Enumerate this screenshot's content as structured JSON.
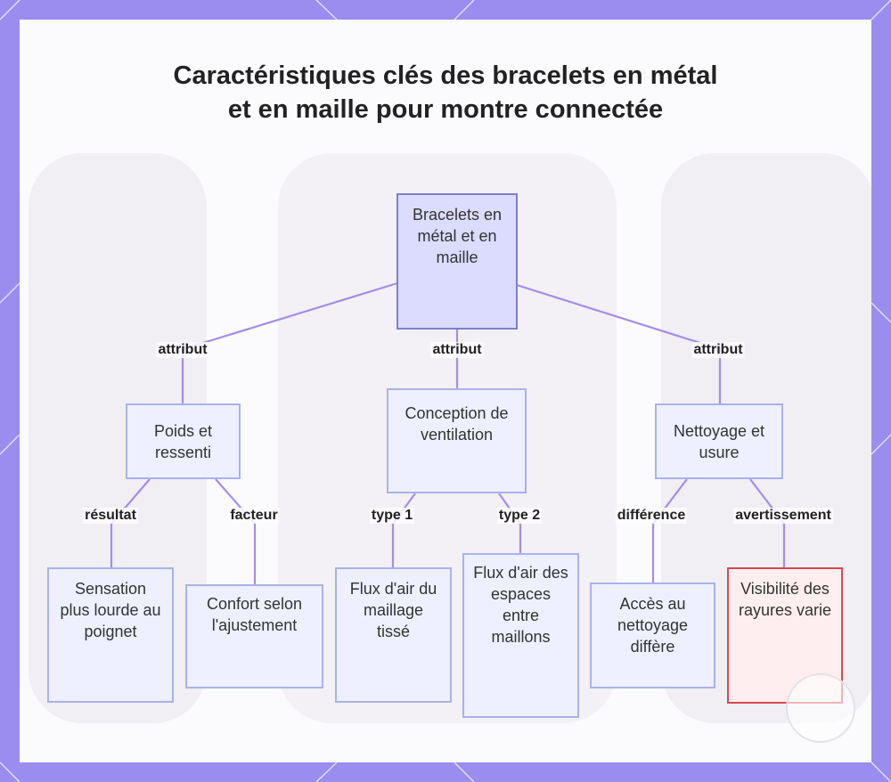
{
  "title": "Caractéristiques clés des bracelets en métal et en maille pour montre connectée",
  "nodes": {
    "root": "Bracelets en métal et en maille",
    "weight": "Poids et ressenti",
    "ventilation": "Conception de ventilation",
    "cleaning": "Nettoyage et usure",
    "heavier": "Sensation plus lourde au poignet",
    "comfort": "Confort selon l'ajustement",
    "woven_airflow": "Flux d'air du maillage tissé",
    "gap_airflow": "Flux d'air des espaces entre maillons",
    "cleaning_access": "Accès au nettoyage diffère",
    "scratches": "Visibilité des rayures varie"
  },
  "edge_labels": {
    "root_weight": "attribut",
    "root_ventilation": "attribut",
    "root_cleaning": "attribut",
    "weight_heavier": "résultat",
    "weight_comfort": "facteur",
    "vent_woven": "type 1",
    "vent_gap": "type 2",
    "cleaning_access": "différence",
    "cleaning_scratches": "avertissement"
  },
  "colors": {
    "frame": "#9b8cf0",
    "edge": "#a48de6",
    "node_fill": "#eef0ff",
    "node_border": "#a9b2e8",
    "root_fill": "#dcdcff",
    "warn_fill": "#ffeef0",
    "warn_border": "#d24a50"
  }
}
